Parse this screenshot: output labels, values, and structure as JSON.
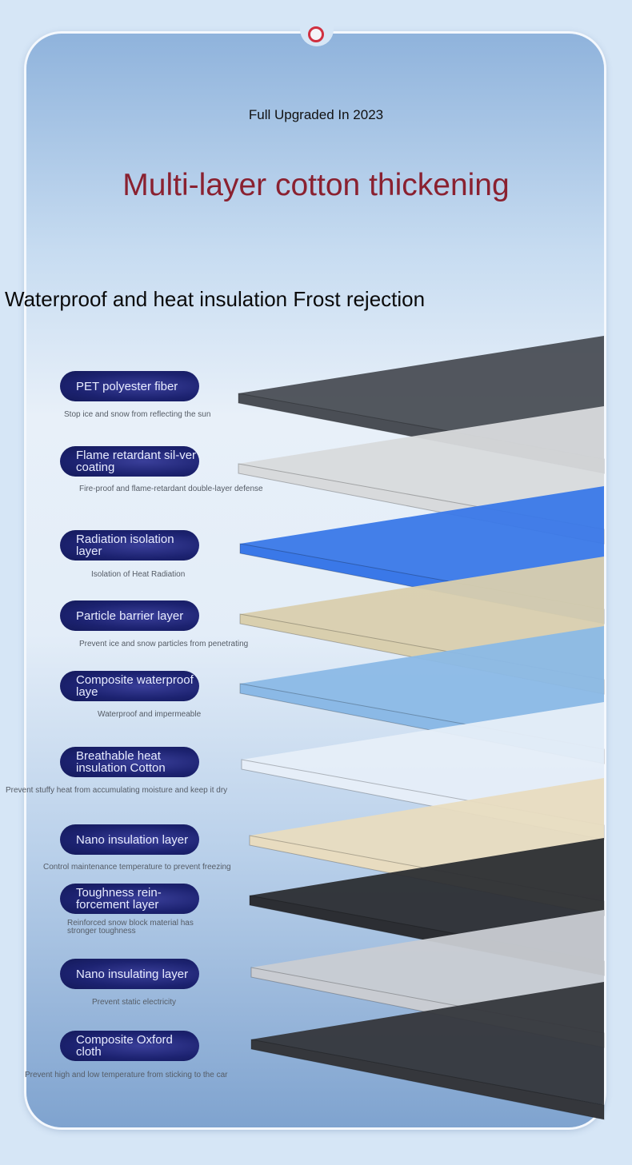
{
  "header": {
    "subtitle": "Full Upgraded In 2023",
    "title": "Multi-layer cotton thickening",
    "tagline": "Waterproof and heat insulation Frost rejection"
  },
  "layers": [
    {
      "name": "PET polyester fiber",
      "desc": "Stop ice and snow from reflecting the sun",
      "color": "#4a4e55"
    },
    {
      "name": "Flame retardant sil-ver coating",
      "desc": "Fire-proof and flame-retardant double-layer defense",
      "color": "#d8dadc"
    },
    {
      "name": "Radiation isolation layer",
      "desc": "Isolation of Heat Radiation",
      "color": "#3a78e8"
    },
    {
      "name": "Particle barrier layer",
      "desc": "Prevent ice and snow particles from penetrating",
      "color": "#d9cfae"
    },
    {
      "name": "Composite waterproof laye",
      "desc": "Waterproof and impermeable",
      "color": "#8bb9e6"
    },
    {
      "name": "Breathable heat insulation Cotton",
      "desc": "Prevent stuffy heat from accumulating moisture and keep it dry",
      "color": "#e6eef8"
    },
    {
      "name": "Nano insulation layer",
      "desc": "Control maintenance temperature to prevent freezing",
      "color": "#e8dcc0"
    },
    {
      "name": "Toughness rein-forcement layer",
      "desc": "Reinforced snow block material has stronger toughness",
      "color": "#2c2e33"
    },
    {
      "name": "Nano insulating layer",
      "desc": "Prevent static electricity",
      "color": "#c9ccd2"
    },
    {
      "name": "Composite Oxford cloth",
      "desc": "Prevent high and low temperature from sticking to the car",
      "color": "#35373c"
    }
  ]
}
